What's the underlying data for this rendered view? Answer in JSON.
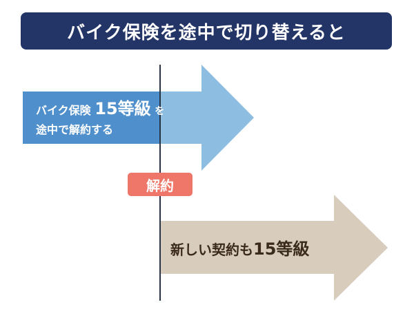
{
  "title": "バイク保険を途中で切り替えると",
  "cancel_arrow": {
    "line1_prefix": "バイク保険",
    "line1_grade": "15等級",
    "line1_suffix": "を",
    "line2": "途中で解約する",
    "color_light": "#8ebde2",
    "color_dark": "#4f8fcb"
  },
  "cancel_badge": "解約",
  "new_arrow": {
    "prefix": "新しい契約も",
    "grade": "15等級",
    "color": "#d8ccbc"
  },
  "colors": {
    "title_bg": "#233566",
    "badge_bg": "#ef776a",
    "timeline": "#283446"
  }
}
